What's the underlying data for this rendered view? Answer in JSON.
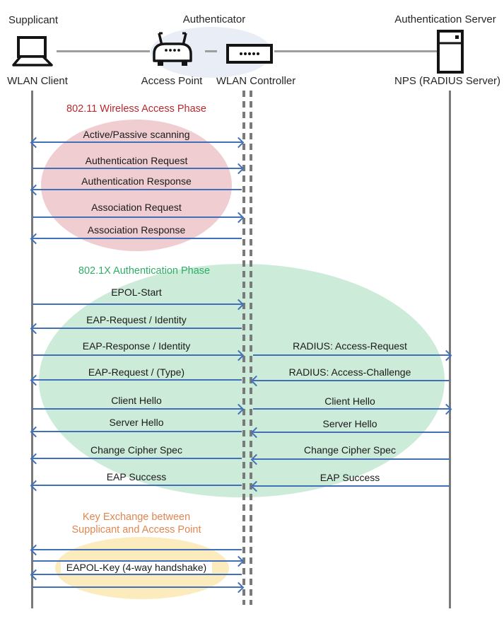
{
  "header": {
    "supplicant": "Supplicant",
    "authenticator": "Authenticator",
    "auth_server": "Authentication Server"
  },
  "nodes": {
    "wlan_client": "WLAN Client",
    "access_point": "Access Point",
    "wlan_controller": "WLAN Controller",
    "nps": "NPS (RADIUS Server)"
  },
  "icons": [
    "laptop-icon",
    "access-point-icon",
    "wlan-controller-icon",
    "server-icon"
  ],
  "phases": {
    "phase1": {
      "title": "802.11 Wireless Access Phase",
      "color": "#b42a2e",
      "ellipse_color": "#efcdd1"
    },
    "phase2": {
      "title": "802.1X Authentication Phase",
      "color": "#2fae66",
      "ellipse_color": "#ccebd8"
    },
    "phase3": {
      "title_line1": "Key Exchange between",
      "title_line2": "Supplicant and Access Point",
      "color": "#e28550",
      "ellipse_color": "#fcecbd"
    }
  },
  "messages": {
    "client_to_controller": [
      {
        "label": "Active/Passive scanning",
        "direction": "both"
      },
      {
        "label": "Authentication Request",
        "direction": "right"
      },
      {
        "label": "Authentication Response",
        "direction": "left"
      },
      {
        "label": "Association Request",
        "direction": "right"
      },
      {
        "label": "Association Response",
        "direction": "left"
      },
      {
        "label": "EPOL-Start",
        "direction": "right"
      },
      {
        "label": "EAP-Request / Identity",
        "direction": "left"
      },
      {
        "label": "EAP-Response / Identity",
        "direction": "right"
      },
      {
        "label": "EAP-Request / (Type)",
        "direction": "left"
      },
      {
        "label": "Client Hello",
        "direction": "right"
      },
      {
        "label": "Server Hello",
        "direction": "left"
      },
      {
        "label": "Change Cipher Spec",
        "direction": "left"
      },
      {
        "label": "EAP Success",
        "direction": "left"
      },
      {
        "label": "",
        "direction": "left"
      },
      {
        "label": "",
        "direction": "right"
      },
      {
        "label": "EAPOL-Key (4-way handshake)",
        "direction": "left"
      },
      {
        "label": "",
        "direction": "right"
      }
    ],
    "controller_to_server": [
      {
        "label": "RADIUS: Access-Request",
        "direction": "right"
      },
      {
        "label": "RADIUS: Access-Challenge",
        "direction": "left"
      },
      {
        "label": "Client Hello",
        "direction": "right"
      },
      {
        "label": "Server Hello",
        "direction": "left"
      },
      {
        "label": "Change Cipher Spec",
        "direction": "left"
      },
      {
        "label": "EAP Success",
        "direction": "left"
      }
    ]
  },
  "colors": {
    "arrow": "#4170b8",
    "lifeline": "#7a7a7a",
    "connector": "#9e9e9e",
    "authenticator_ellipse": "#e9edf6"
  }
}
